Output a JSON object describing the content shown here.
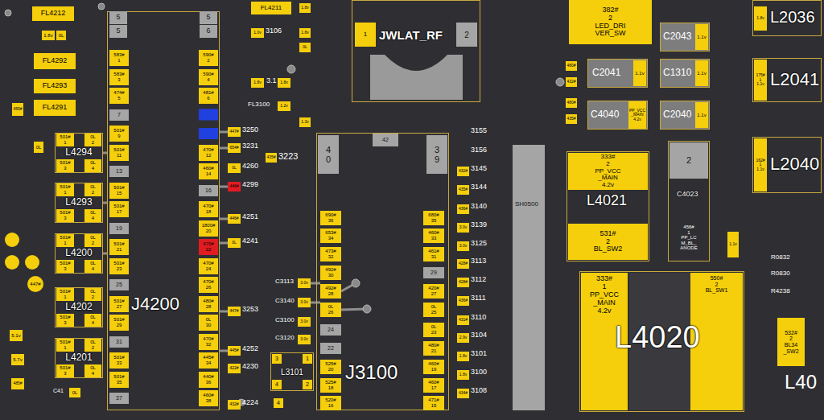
{
  "diagram": {
    "nodes": [
      {
        "text": [
          "FL4212"
        ]
      },
      {
        "text": [
          "FL4292"
        ]
      },
      {
        "text": [
          "FL4293"
        ]
      },
      {
        "text": [
          "FL4291"
        ]
      },
      {
        "text": [
          "1.8v"
        ]
      },
      {
        "text": [
          "0L"
        ]
      },
      {
        "text": [
          "455#"
        ]
      },
      {
        "text": [
          "0L"
        ]
      },
      {
        "text": [
          "L4294"
        ]
      },
      {
        "text": [
          "501#",
          "1"
        ],
        "in": 8
      },
      {
        "text": [
          "0L",
          "2"
        ],
        "in": 8
      },
      {
        "text": [
          "501#",
          "3"
        ],
        "in": 8
      },
      {
        "text": [
          "0L",
          "4"
        ],
        "in": 8
      },
      {
        "text": [
          "L4293"
        ]
      },
      {
        "text": [
          "501#",
          "1"
        ],
        "in": 13
      },
      {
        "text": [
          "0L",
          "2"
        ],
        "in": 13
      },
      {
        "text": [
          "501#",
          "3"
        ],
        "in": 13
      },
      {
        "text": [
          "0L",
          "4"
        ],
        "in": 13
      },
      {
        "text": [
          "L4200"
        ]
      },
      {
        "text": [
          "501#",
          "1"
        ],
        "in": 18
      },
      {
        "text": [
          "0L",
          "2"
        ],
        "in": 18
      },
      {
        "text": [
          "501#",
          "3"
        ],
        "in": 18
      },
      {
        "text": [
          "0L",
          "4"
        ],
        "in": 18
      },
      {
        "text": [
          "L4202"
        ]
      },
      {
        "text": [
          "501#",
          "1"
        ],
        "in": 23
      },
      {
        "text": [
          "0L",
          "2"
        ],
        "in": 23
      },
      {
        "text": [
          "501#",
          "3"
        ],
        "in": 23
      },
      {
        "text": [
          "0L",
          "4"
        ],
        "in": 23
      },
      {
        "text": [
          "L4201"
        ]
      },
      {
        "text": [
          "501#",
          "1"
        ],
        "in": 28
      },
      {
        "text": [
          "0L",
          "2"
        ],
        "in": 28
      },
      {
        "text": [
          "501#",
          "3"
        ],
        "in": 28
      },
      {
        "text": [
          "0L",
          "4"
        ],
        "in": 28
      },
      {
        "text": [
          "447#"
        ]
      },
      {
        "text": [
          "5.1v"
        ]
      },
      {
        "text": [
          "5.7v"
        ]
      },
      {
        "text": [
          "485#"
        ]
      },
      {
        "text": [
          "0L"
        ]
      },
      {
        "text": [
          "J4200"
        ]
      },
      {
        "text": [
          "5"
        ],
        "in": 38
      },
      {
        "text": [
          "5"
        ],
        "in": 38
      },
      {
        "text": [
          "5"
        ],
        "in": 38
      },
      {
        "text": [
          "6"
        ],
        "in": 38
      },
      {
        "text": [
          "583#",
          "1"
        ],
        "in": 38
      },
      {
        "text": [
          "583#",
          "3"
        ],
        "in": 38
      },
      {
        "text": [
          "474#",
          "5"
        ],
        "in": 38
      },
      {
        "text": [
          "7"
        ],
        "in": 38
      },
      {
        "text": [
          "501#",
          "9"
        ],
        "in": 38
      },
      {
        "text": [
          "501#",
          "11"
        ],
        "in": 38
      },
      {
        "text": [
          "13"
        ],
        "in": 38
      },
      {
        "text": [
          "501#",
          "15"
        ],
        "in": 38
      },
      {
        "text": [
          "501#",
          "17"
        ],
        "in": 38
      },
      {
        "text": [
          "19"
        ],
        "in": 38
      },
      {
        "text": [
          "501#",
          "21"
        ],
        "in": 38
      },
      {
        "text": [
          "501#",
          "23"
        ],
        "in": 38
      },
      {
        "text": [
          "25"
        ],
        "in": 38
      },
      {
        "text": [
          "501#",
          "27"
        ],
        "in": 38
      },
      {
        "text": [
          "501#",
          "29"
        ],
        "in": 38
      },
      {
        "text": [
          "31"
        ],
        "in": 38
      },
      {
        "text": [
          "501#",
          "33"
        ],
        "in": 38
      },
      {
        "text": [
          "501#",
          "35"
        ],
        "in": 38
      },
      {
        "text": [
          "37"
        ],
        "in": 38
      },
      {
        "text": [
          "590#",
          "2"
        ],
        "in": 38
      },
      {
        "text": [
          "590#",
          "4"
        ],
        "in": 38
      },
      {
        "text": [
          "481#",
          "6"
        ],
        "in": 38
      },
      {
        "text": [
          "470#",
          "12"
        ],
        "in": 38
      },
      {
        "text": [
          "460#",
          "14"
        ],
        "in": 38
      },
      {
        "text": [
          "16"
        ],
        "in": 38
      },
      {
        "text": [
          "470#",
          "18"
        ],
        "in": 38
      },
      {
        "text": [
          "1800#",
          "20"
        ],
        "in": 38
      },
      {
        "text": [
          "470#",
          "22"
        ],
        "in": 38
      },
      {
        "text": [
          "470#",
          "24"
        ],
        "in": 38
      },
      {
        "text": [
          "470#",
          "26"
        ],
        "in": 38
      },
      {
        "text": [
          "480#",
          "28"
        ],
        "in": 38
      },
      {
        "text": [
          "0L",
          "30"
        ],
        "in": 38
      },
      {
        "text": [
          "470#",
          "32"
        ],
        "in": 38
      },
      {
        "text": [
          "445#",
          "34"
        ],
        "in": 38
      },
      {
        "text": [
          "440#",
          "36"
        ],
        "in": 38
      },
      {
        "text": [
          "460#",
          "38"
        ],
        "in": 38
      },
      {
        "text": [
          "447#"
        ]
      },
      {
        "text": [
          "654#"
        ]
      },
      {
        "text": [
          "0L"
        ]
      },
      {
        "text": [
          "446#"
        ]
      },
      {
        "text": [
          "446#"
        ]
      },
      {
        "text": [
          "0L"
        ]
      },
      {
        "text": [
          "447#"
        ]
      },
      {
        "text": [
          "445#"
        ]
      },
      {
        "text": [
          "422#"
        ]
      },
      {
        "text": [
          "432#"
        ]
      },
      {
        "text": [
          "FL4211"
        ]
      },
      {
        "text": [
          "1.8v"
        ]
      },
      {
        "text": [
          "1.0v"
        ]
      },
      {
        "text": [
          "1.8v"
        ]
      },
      {
        "text": [
          "0L"
        ]
      },
      {
        "text": [
          "1.8v"
        ]
      },
      {
        "text": [
          "1.8v"
        ]
      },
      {
        "text": [
          "1.2v"
        ]
      },
      {
        "text": [
          "1.3v"
        ]
      },
      {
        "text": [
          "435#"
        ]
      },
      {
        "text": [
          "3.0v"
        ]
      },
      {
        "text": [
          "3.0v"
        ]
      },
      {
        "text": [
          "3.0v"
        ]
      },
      {
        "text": [
          "3.0v"
        ]
      },
      {
        "text": [
          "L3101"
        ]
      },
      {
        "text": [
          "3"
        ],
        "in": 103
      },
      {
        "text": [
          "1"
        ],
        "in": 103
      },
      {
        "text": [
          "4"
        ],
        "in": 103
      },
      {
        "text": [
          "2"
        ],
        "in": 103
      },
      {
        "text": [
          "4"
        ]
      },
      {
        "text": [
          "J3100"
        ]
      },
      {
        "text": [
          "4",
          "0"
        ],
        "in": 109
      },
      {
        "text": [
          "3",
          "9"
        ],
        "in": 109
      },
      {
        "text": [
          "42"
        ],
        "in": 109
      },
      {
        "text": [
          "690#",
          "36"
        ],
        "in": 109
      },
      {
        "text": [
          "653#",
          "34"
        ],
        "in": 109
      },
      {
        "text": [
          "473#",
          "32"
        ],
        "in": 109
      },
      {
        "text": [
          "492#",
          "30"
        ],
        "in": 109
      },
      {
        "text": [
          "492#",
          "28"
        ],
        "in": 109
      },
      {
        "text": [
          "0L",
          "26"
        ],
        "in": 109
      },
      {
        "text": [
          "24"
        ],
        "in": 109
      },
      {
        "text": [
          "22"
        ],
        "in": 109
      },
      {
        "text": [
          "525#",
          "20"
        ],
        "in": 109
      },
      {
        "text": [
          "525#",
          "18"
        ],
        "in": 109
      },
      {
        "text": [
          "520#",
          "16"
        ],
        "in": 109
      },
      {
        "text": [
          "680#",
          "35"
        ],
        "in": 109
      },
      {
        "text": [
          "460#",
          "33"
        ],
        "in": 109
      },
      {
        "text": [
          "461#",
          "31"
        ],
        "in": 109
      },
      {
        "text": [
          "29"
        ],
        "in": 109
      },
      {
        "text": [
          "420#",
          "27"
        ],
        "in": 109
      },
      {
        "text": [
          "0L",
          "25"
        ],
        "in": 109
      },
      {
        "text": [
          "0L",
          "23"
        ],
        "in": 109
      },
      {
        "text": [
          "480#",
          "21"
        ],
        "in": 109
      },
      {
        "text": [
          "460#",
          "19"
        ],
        "in": 109
      },
      {
        "text": [
          "460#",
          "17"
        ],
        "in": 109
      },
      {
        "text": [
          "471#",
          "15"
        ],
        "in": 109
      },
      {
        "text": [
          "432#"
        ]
      },
      {
        "text": [
          "435#"
        ]
      },
      {
        "text": [
          "436#"
        ]
      },
      {
        "text": [
          "3.0v"
        ]
      },
      {
        "text": [
          "3.0v"
        ]
      },
      {
        "text": [
          "428#"
        ]
      },
      {
        "text": [
          "428#"
        ]
      },
      {
        "text": [
          "436#"
        ]
      },
      {
        "text": [
          "431#"
        ]
      },
      {
        "text": [
          "2.9v"
        ]
      },
      {
        "text": [
          "1.8v"
        ]
      },
      {
        "text": [
          "1.8v"
        ]
      },
      {
        "text": [
          "434#"
        ]
      },
      {
        "text": [
          "JWLAT_RF"
        ]
      },
      {
        "text": [
          "1"
        ],
        "in": 148
      },
      {
        "text": [
          "2"
        ],
        "in": 148
      },
      {
        "text": [
          "SH0500"
        ]
      },
      {
        "text": [
          "382#",
          "2",
          "LED_DRI",
          "VER_SW"
        ]
      },
      {
        "text": [
          "480#"
        ]
      },
      {
        "text": [
          "432#"
        ]
      },
      {
        "text": [
          "480#"
        ]
      },
      {
        "text": [
          "435#"
        ]
      },
      {
        "text": [
          "C2043"
        ]
      },
      {
        "text": [
          "1.1v"
        ],
        "in": 157
      },
      {
        "text": [
          "C2041"
        ]
      },
      {
        "text": [
          "1.1v"
        ],
        "in": 159
      },
      {
        "text": [
          "C1310"
        ]
      },
      {
        "text": [
          "1.1v"
        ],
        "in": 161
      },
      {
        "text": [
          "C4040"
        ]
      },
      {
        "text": [
          "PP_VCC",
          "_MAIN",
          "4.2v"
        ],
        "in": 163
      },
      {
        "text": [
          "C2040"
        ]
      },
      {
        "text": [
          "1.1v"
        ],
        "in": 165
      },
      {
        "text": [
          "L4021"
        ]
      },
      {
        "text": [
          "333#",
          "2",
          "PP_VCC",
          "_MAIN",
          "4.2v"
        ],
        "in": 167
      },
      {
        "text": [
          "531#",
          "2",
          "BL_SW2"
        ],
        "in": 167
      },
      {
        "text": [
          "C4023"
        ]
      },
      {
        "text": [
          "2"
        ],
        "in": 170
      },
      {
        "text": [
          "456#",
          "1",
          "PP_LC",
          "M_BL_",
          "ANODE"
        ],
        "in": 170
      },
      {
        "text": [
          "1.1v"
        ]
      },
      {
        "text": [
          "L4020"
        ]
      },
      {
        "text": [
          "333#",
          "1",
          "PP_VCC",
          "_MAIN",
          "4.2v"
        ],
        "in": 174
      },
      {
        "text": [
          "550#",
          "2",
          "BL_SW1"
        ],
        "in": 174
      },
      {
        "text": [
          "L2036"
        ]
      },
      {
        "text": [
          "1.8v"
        ],
        "in": 177
      },
      {
        "text": [
          "L2041"
        ]
      },
      {
        "text": [
          "175#",
          "1",
          "1.1v"
        ],
        "in": 179
      },
      {
        "text": [
          "L2040"
        ]
      },
      {
        "text": [
          "162#",
          "1",
          "1.1v"
        ],
        "in": 181
      },
      {
        "text": [
          "532#",
          "2",
          "BL34",
          "_SW2"
        ]
      }
    ],
    "labels": [
      "C41",
      "3250",
      "3231",
      "4260",
      "4299",
      "4251",
      "4241",
      "3253",
      "4252",
      "4230",
      "4224",
      "3106",
      "3.1",
      "FL3100",
      "3223",
      "C3113",
      "C3140",
      "C3100",
      "C3120",
      "3155",
      "3156",
      "3145",
      "3144",
      "3140",
      "3139",
      "3125",
      "3113",
      "3112",
      "3111",
      "3110",
      "3104",
      "3101",
      "3100",
      "3108",
      "R0832",
      "R0830",
      "R4238",
      "L40"
    ]
  }
}
